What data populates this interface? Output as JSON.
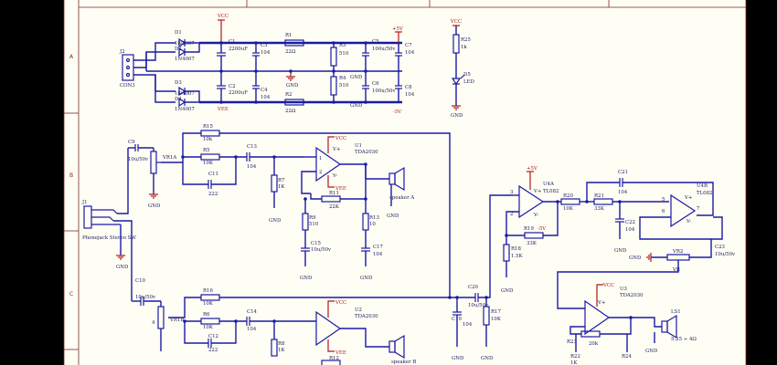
{
  "zones": [
    "A",
    "B",
    "C"
  ],
  "power": {
    "vcc": "VCC",
    "vee": "VEE",
    "p5v": "+5V",
    "m5v": "-5V",
    "gnd": "GND"
  },
  "psu": {
    "j2": "J2",
    "j2v": "CON3",
    "d1": "D1",
    "d1v": "1N4007",
    "d2": "D2",
    "d2v": "1N4007",
    "d3": "D3",
    "d3v": "1N4007",
    "d4": "D4",
    "d4v": "1N4007",
    "c1": "C1",
    "c1v": "2200uF",
    "c2": "C2",
    "c2v": "2200uF",
    "c3": "C3",
    "c3v": "104",
    "c4": "C4",
    "c4v": "104",
    "r1": "R1",
    "r1v": "22Ω",
    "r2": "R2",
    "r2v": "22Ω",
    "r3": "R3",
    "r3v": "510",
    "r4": "R4",
    "r4v": "510",
    "c5": "C5",
    "c5v": "100u/50v",
    "c6": "C6",
    "c6v": "100u/50v",
    "c7": "C7",
    "c7v": "104",
    "c8": "C8",
    "c8v": "104",
    "r25": "R25",
    "r25v": "1k",
    "d5": "D5",
    "d5v": "LED"
  },
  "amp": {
    "j1": "J1",
    "j1v": "Phonejack Stereo SW",
    "c9": "C9",
    "c9v": "10u/50v",
    "c10": "C10",
    "c10v": "10u/50v",
    "vr1": "VR1A",
    "vr1b": "VR1B",
    "r15": "R15",
    "r15v": "10k",
    "r5": "R5",
    "r5v": "10K",
    "c13": "C13",
    "c13v": "104",
    "c11": "C11",
    "c11v": "222",
    "u1": "U1",
    "u1v": "TDA2030",
    "r7": "R7",
    "r7v": "1K",
    "r11": "R11",
    "r11v": "22K",
    "r9": "R9",
    "r9v": "510",
    "r13": "R13",
    "r13v": "10",
    "c15": "C15",
    "c15v": "10u/50v",
    "c17": "C17",
    "c17v": "104",
    "spk1": "speaker A",
    "r16": "R16",
    "r16v": "10K",
    "r6": "R6",
    "r6v": "10K",
    "c14": "C14",
    "c14v": "104",
    "c12": "C12",
    "c12v": "222",
    "u2": "U2",
    "u2v": "TDA2030",
    "r8": "R8",
    "r8v": "1K",
    "r12": "R12",
    "spk2": "speaker B",
    "c20": "C20",
    "c20v": "10u/50v",
    "c19": "C19",
    "c19v": "104",
    "r17": "R17",
    "r17v": "10K"
  },
  "filter": {
    "u4a": "U4A",
    "u4av": "TL082",
    "u4b": "U4B",
    "u4bv": "TL082",
    "r20": "R20",
    "r20v": "10K",
    "r21": "R21",
    "r21v": "33K",
    "c21": "C21",
    "c21v": "104",
    "c22": "C22",
    "c22v": "104",
    "r19": "R19",
    "r19v": "33K",
    "r18": "R18",
    "r18v": "1.5K",
    "vr2": "VR2",
    "c23": "C23",
    "c23v": "10u/50v",
    "u3": "U3",
    "u3v": "TDA2030",
    "r22": "R22",
    "r22v": "1K",
    "r24": "R24",
    "ls1": "LS1",
    "ls1v": "5.25 ÷ 4Ω",
    "r23": "R23",
    "r23v": "20k"
  },
  "pins": {
    "p1": "1",
    "p2": "2",
    "p3": "3",
    "p4": "4",
    "p5": "5",
    "p6": "6",
    "p7": "7",
    "pv": "V+",
    "pm": "V-",
    "pvr": "VR"
  }
}
